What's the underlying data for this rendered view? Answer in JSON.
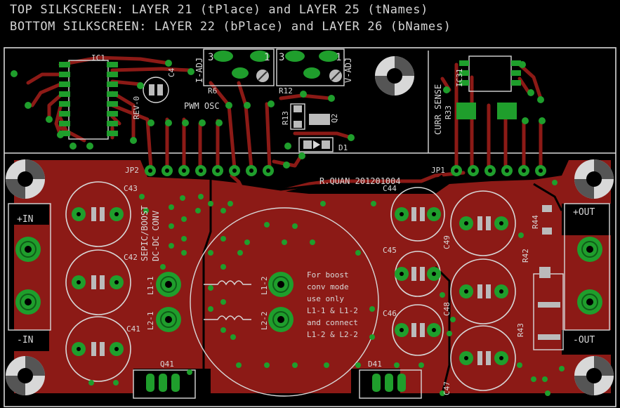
{
  "header": {
    "line1": "TOP SILKSCREEN: LAYER 21 (tPlace) and LAYER 25 (tNames)",
    "line2": "BOTTOM SILKSCREEN: LAYER 22 (bPlace) and LAYER 26 (bNames)"
  },
  "colors": {
    "background": "#000000",
    "copper": "#8c1a16",
    "silk": "#d8d8d8",
    "pad": "#1f9e2c",
    "pad_hole": "#000000"
  },
  "labels": {
    "ic1": "IC1",
    "c4": "C4",
    "rev": "REV-0",
    "pwm": "PWM OSC",
    "i_adj": "I-ADJ",
    "v_adj": "V-ADJ",
    "r6": "R6",
    "r12": "R12",
    "r13": "R13",
    "q2": "Q2",
    "d1": "D1",
    "curr_sense": "CURR SENSE",
    "ic31": "IC31",
    "r33": "R33",
    "jp2": "JP2",
    "jp1": "JP1",
    "author": "R.QUAN 201201004",
    "c43": "C43",
    "c42": "C42",
    "c41": "C41",
    "c44": "C44",
    "c45": "C45",
    "c46": "C46",
    "c49": "C49",
    "c48": "C48",
    "c47": "C47",
    "in_plus": "+IN",
    "in_minus": "-IN",
    "out_plus": "+OUT",
    "out_minus": "-OUT",
    "sepic1": "SEPIC/BOOST",
    "sepic2": "DC-DC CONV",
    "l1_1": "L1-1",
    "l2_1": "L2-1",
    "l1_2": "L1-2",
    "l2_2": "L2-2",
    "note1": "For boost",
    "note2": "conv mode",
    "note3": "use only",
    "note4": "L1-1 & L1-2",
    "note5": "and connect",
    "note6": "L1-2 & L2-2",
    "q41": "Q41",
    "d41": "D41",
    "r44": "R44",
    "r42": "R42",
    "r43": "R43",
    "num3a": "3",
    "num1a": "1",
    "num3b": "3",
    "num1b": "1"
  }
}
